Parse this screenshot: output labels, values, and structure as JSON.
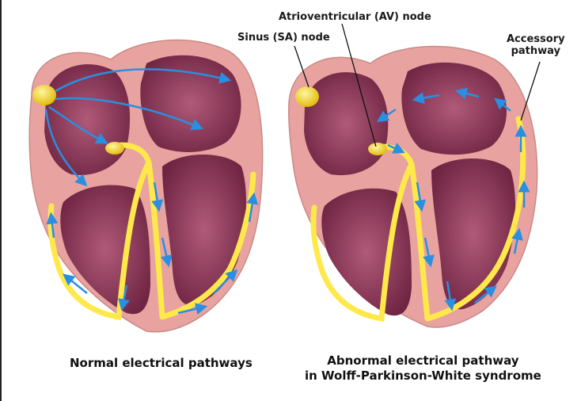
{
  "labels": {
    "av_node": "Atrioventricular (AV) node",
    "sa_node": "Sinus (SA) node",
    "accessory_line1": "Accessory",
    "accessory_line2": "pathway"
  },
  "captions": {
    "normal": "Normal electrical pathways",
    "abnormal_line1": "Abnormal electrical pathway",
    "abnormal_line2": "in Wolff-Parkinson-White syndrome"
  },
  "colors": {
    "outer_wall": "#e8a3a0",
    "chamber": "#7a2c4a",
    "chamber_light": "#b85c78",
    "pathway": "#ffe94a",
    "node": "#f2d21c",
    "arrow": "#2a8fe0"
  }
}
